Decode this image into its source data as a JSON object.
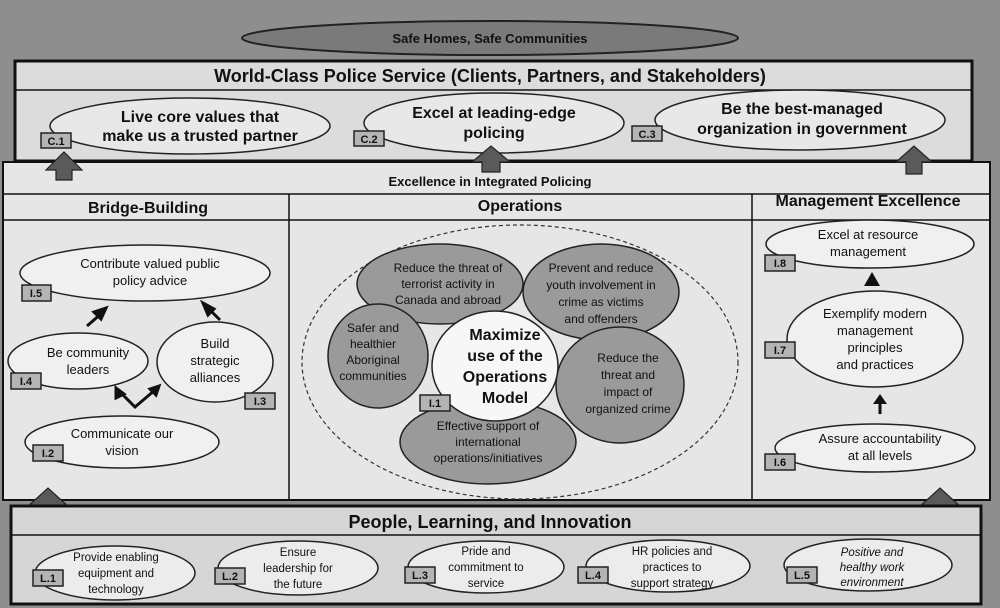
{
  "top_banner": "Safe Homes, Safe Communities",
  "client_box": {
    "title": "World-Class Police Service (Clients, Partners, and Stakeholders)",
    "objectives": [
      {
        "code": "C.1",
        "lines": [
          "Live core values that",
          "make us a trusted partner"
        ]
      },
      {
        "code": "C.2",
        "lines": [
          "Excel at leading-edge",
          "policing"
        ]
      },
      {
        "code": "C.3",
        "lines": [
          "Be the best-managed",
          "organization in government"
        ]
      }
    ]
  },
  "internal_box": {
    "title": "Excellence in Integrated Policing",
    "bridge_building": {
      "title": "Bridge-Building",
      "objectives": [
        {
          "code": "I.5",
          "lines": [
            "Contribute valued public",
            "policy advice"
          ]
        },
        {
          "code": "I.4",
          "lines": [
            "Be community",
            "leaders"
          ]
        },
        {
          "code": "I.3",
          "lines": [
            "Build",
            "strategic",
            "alliances"
          ]
        },
        {
          "code": "I.2",
          "lines": [
            "Communicate our",
            "vision"
          ]
        }
      ]
    },
    "operations": {
      "title": "Operations",
      "center": {
        "code": "I.1",
        "lines": [
          "Maximize",
          "use of the",
          "Operations",
          "Model"
        ]
      },
      "satellites": [
        {
          "lines": [
            "Reduce the threat of",
            "terrorist activity in",
            "Canada and abroad"
          ]
        },
        {
          "lines": [
            "Prevent and reduce",
            "youth involvement in",
            "crime as victims",
            "and offenders"
          ]
        },
        {
          "lines": [
            "Safer and",
            "healthier",
            "Aboriginal",
            "communities"
          ]
        },
        {
          "lines": [
            "Reduce the",
            "threat and",
            "impact of",
            "organized crime"
          ]
        },
        {
          "lines": [
            "Effective support of",
            "international",
            "operations/initiatives"
          ]
        }
      ]
    },
    "management_excellence": {
      "title": "Management Excellence",
      "objectives": [
        {
          "code": "I.8",
          "lines": [
            "Excel at resource",
            "management"
          ]
        },
        {
          "code": "I.7",
          "lines": [
            "Exemplify modern",
            "management",
            "principles",
            "and practices"
          ]
        },
        {
          "code": "I.6",
          "lines": [
            "Assure accountability",
            "at all levels"
          ]
        }
      ]
    }
  },
  "learning_box": {
    "title": "People, Learning, and Innovation",
    "objectives": [
      {
        "code": "L.1",
        "lines": [
          "Provide enabling",
          "equipment and",
          "technology"
        ]
      },
      {
        "code": "L.2",
        "lines": [
          "Ensure",
          "leadership for",
          "the future"
        ]
      },
      {
        "code": "L.3",
        "lines": [
          "Pride and",
          "commitment to",
          "service"
        ]
      },
      {
        "code": "L.4",
        "lines": [
          "HR policies and",
          "practices to",
          "support strategy"
        ]
      },
      {
        "code": "L.5",
        "lines": [
          "Positive and",
          "healthy work",
          "environment"
        ],
        "italic": true
      }
    ]
  }
}
